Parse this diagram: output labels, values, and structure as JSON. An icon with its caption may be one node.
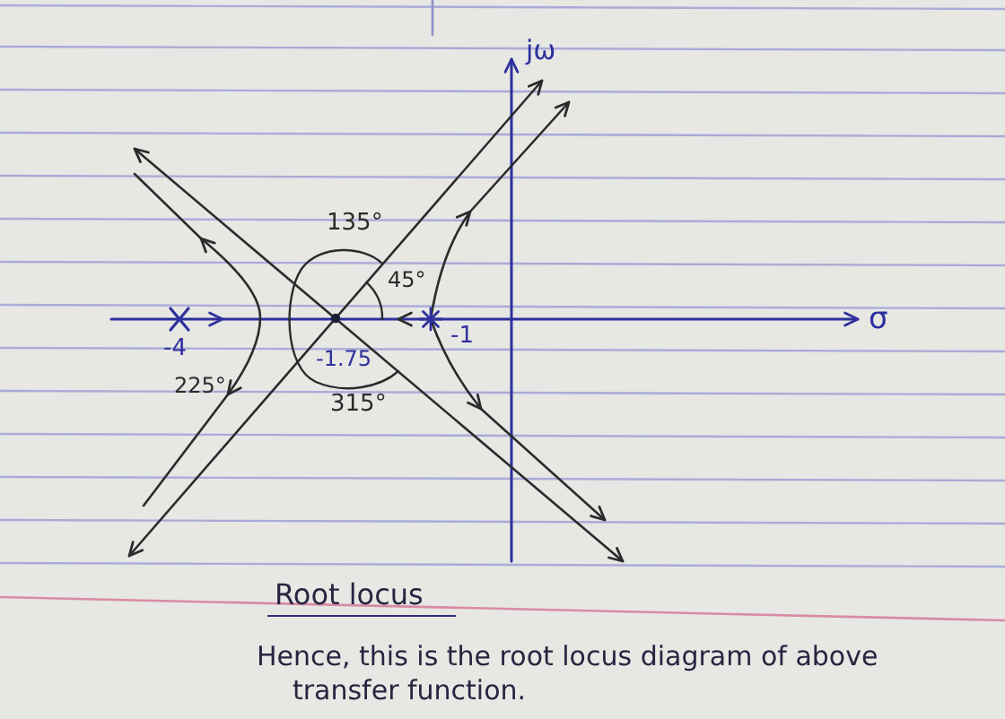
{
  "diagram": {
    "title": "Root locus",
    "caption": "Hence, this is the root locus diagram of above transfer function.",
    "labels": [
      "jω",
      "135°",
      "45°",
      "-1",
      "σ",
      "-4",
      "-1.75",
      "225°",
      "315°"
    ]
  }
}
